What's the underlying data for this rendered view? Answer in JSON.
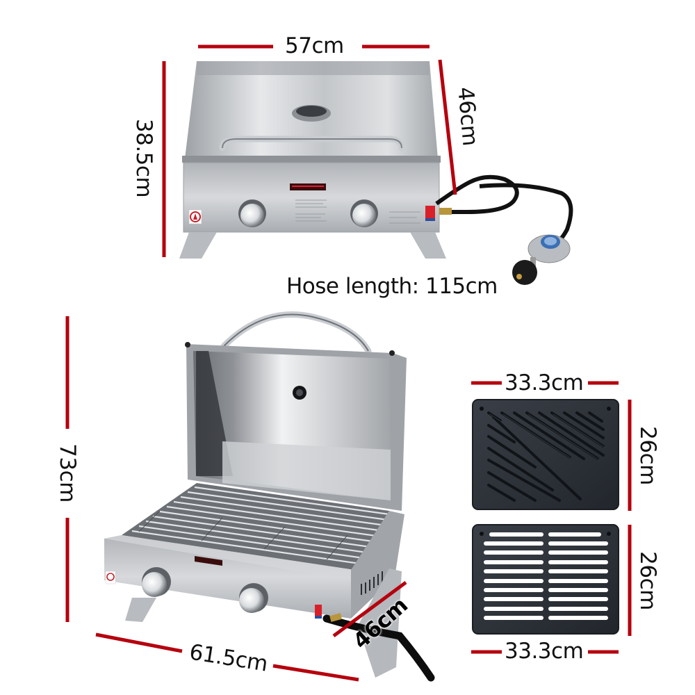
{
  "colors": {
    "dimension_line": "#b5000e",
    "text": "#111111",
    "steel_light": "#e4e6e8",
    "steel_mid": "#b9bcc0",
    "steel_dark": "#8d9196",
    "plate": "#2b2f36"
  },
  "closed_view": {
    "width_label": "57cm",
    "height_label": "38.5cm",
    "depth_label": "46cm",
    "hose_label": "Hose length: 115cm"
  },
  "open_view": {
    "height_label": "73cm",
    "width_label": "61.5cm",
    "depth_label": "46cm"
  },
  "griddle_plate": {
    "width_label": "33.3cm",
    "height_label": "26cm"
  },
  "grill_grate": {
    "width_label": "33.3cm",
    "height_label": "26cm"
  },
  "icons": [
    "flame-logo-icon",
    "control-knob-icon",
    "gas-regulator-icon",
    "thermometer-icon"
  ]
}
